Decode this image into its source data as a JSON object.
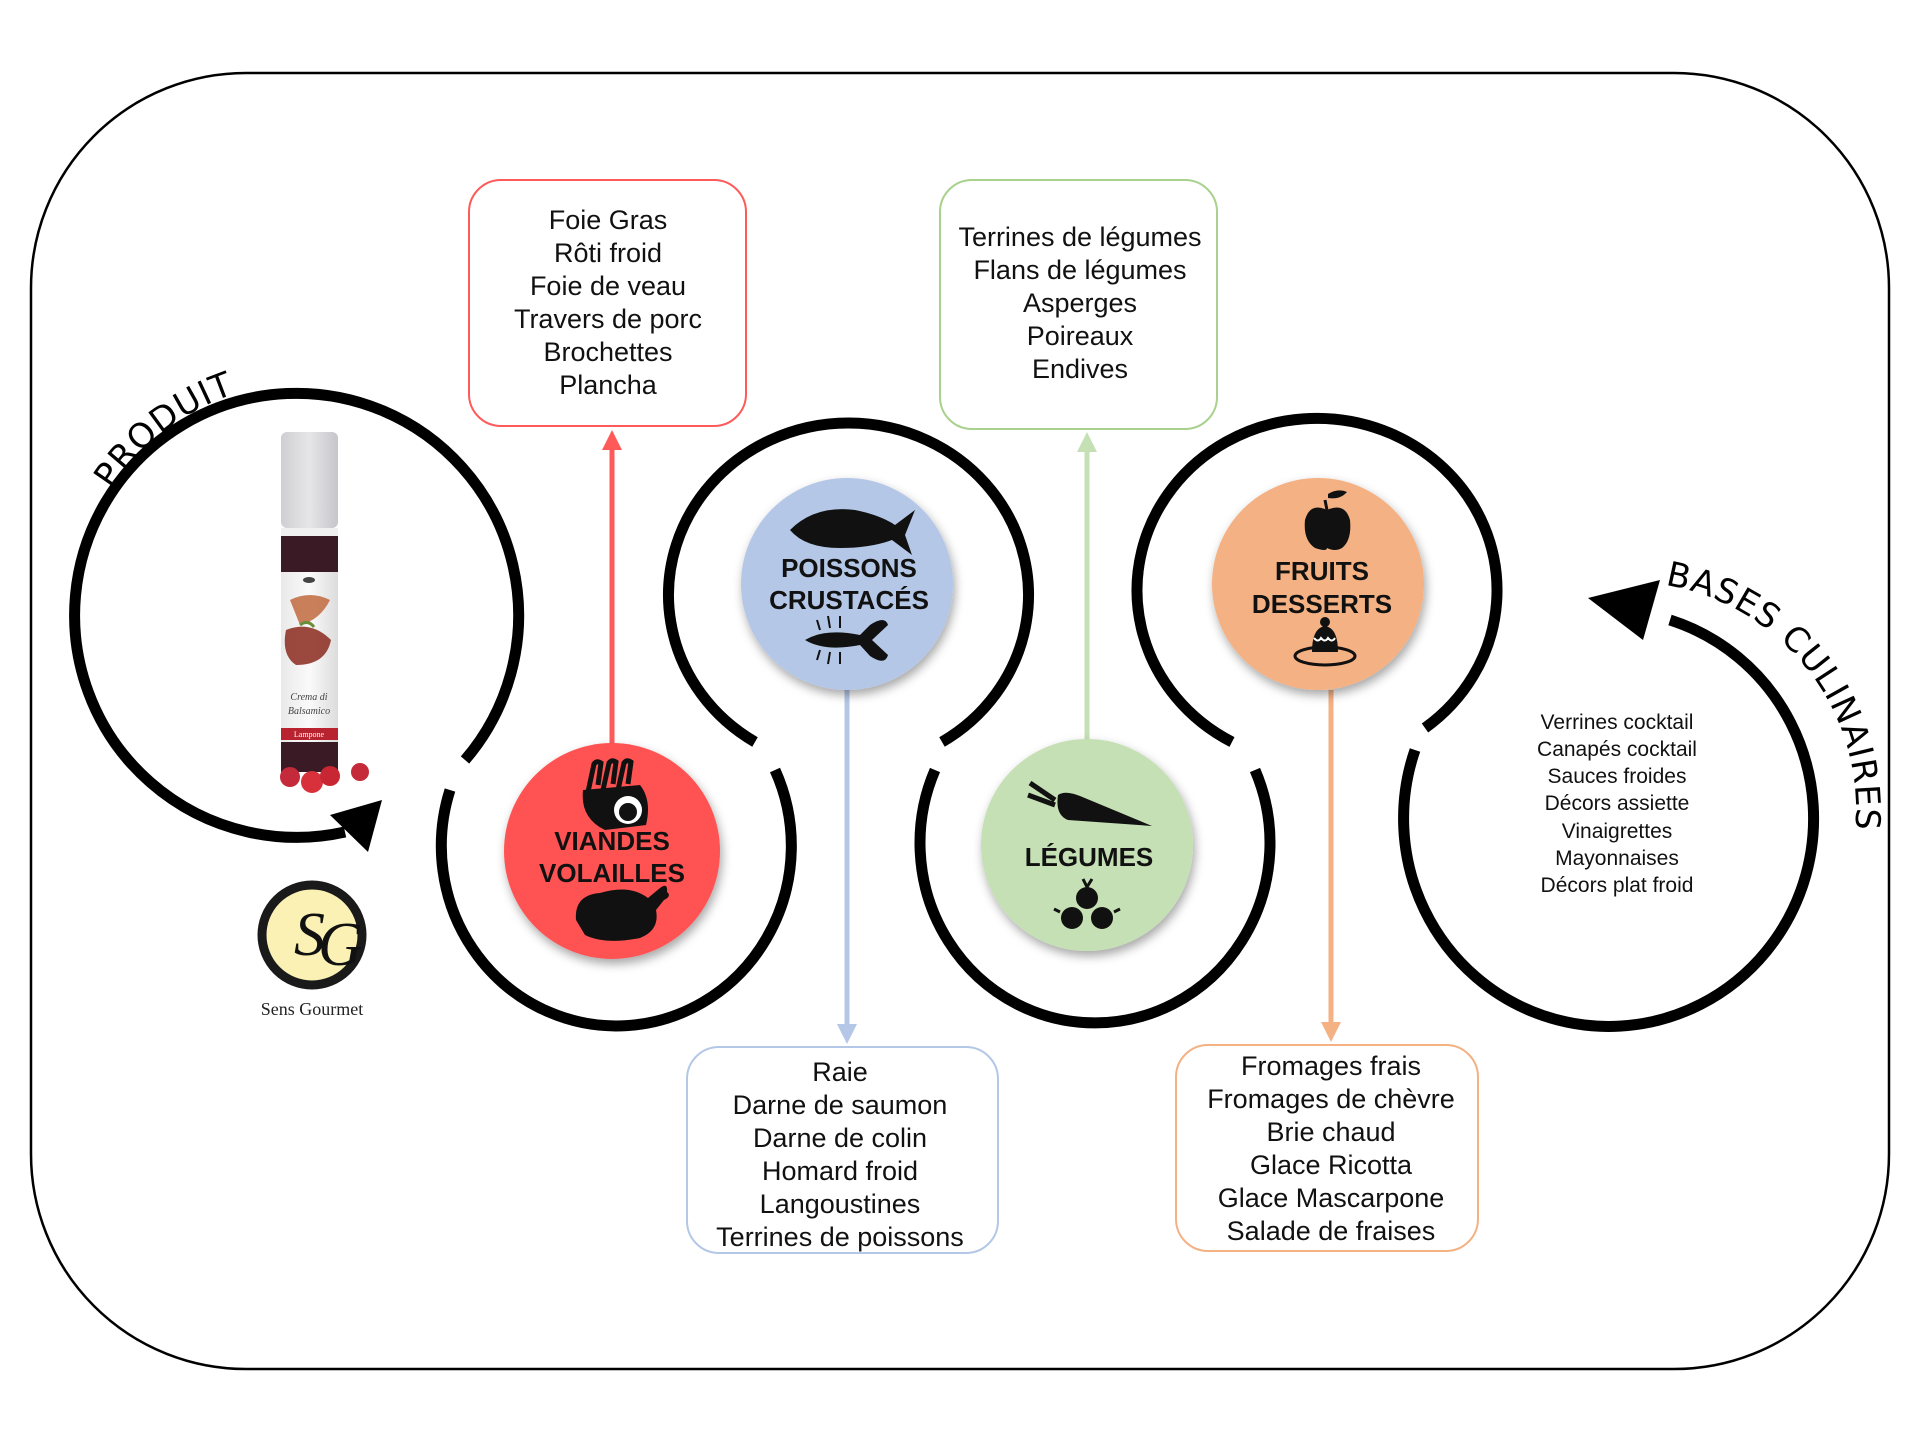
{
  "title_product": "PRODUIT",
  "title_bases": "BASES CULINAIRES",
  "colors": {
    "viandes": "#ff5252",
    "poissons": "#b4c7e7",
    "legumes": "#c5e0b4",
    "fruits": "#f4b183",
    "ring": "#000000",
    "red_border": "#ff5a5a",
    "green_border": "#a9d18e",
    "blue_border": "#b4c7e7",
    "orange_border": "#f4b183"
  },
  "categories": [
    {
      "id": "viandes",
      "label_line1": "VIANDES",
      "label_line2": "VOLAILLES",
      "top_icon": "meat-rack-icon",
      "bottom_icon": "roast-chicken-icon",
      "items": [
        "Foie Gras",
        "Rôti froid",
        "Foie de veau",
        "Travers de porc",
        "Brochettes",
        "Plancha"
      ]
    },
    {
      "id": "poissons",
      "label_line1": "POISSONS",
      "label_line2": "CRUSTACÉS",
      "top_icon": "fish-icon",
      "bottom_icon": "lobster-icon",
      "items": [
        "Raie",
        "Darne de saumon",
        "Darne de colin",
        "Homard froid",
        "Langoustines",
        "Terrines de poissons"
      ]
    },
    {
      "id": "legumes",
      "label_line1": "LÉGUMES",
      "label_line2": "",
      "top_icon": "carrot-icon",
      "bottom_icon": "turnips-icon",
      "items": [
        "Terrines de légumes",
        "Flans de légumes",
        "Asperges",
        "Poireaux",
        "Endives"
      ]
    },
    {
      "id": "fruits",
      "label_line1": "FRUITS",
      "label_line2": "DESSERTS",
      "top_icon": "apple-icon",
      "bottom_icon": "pudding-dessert-icon",
      "items": [
        "Fromages frais",
        "Fromages de chèvre",
        "Brie chaud",
        "Glace Ricotta",
        "Glace Mascarpone",
        "Salade de fraises"
      ]
    }
  ],
  "bases_items": [
    "Verrines cocktail",
    "Canapés cocktail",
    "Sauces froides",
    "Décors assiette",
    "Vinaigrettes",
    "Mayonnaises",
    "Décors plat froid"
  ],
  "product": {
    "label_line1": "Crema di",
    "label_line2": "Balsamico",
    "flavor": "Lampone"
  },
  "logo": {
    "letters": "SG",
    "brand": "Sens Gourmet"
  }
}
